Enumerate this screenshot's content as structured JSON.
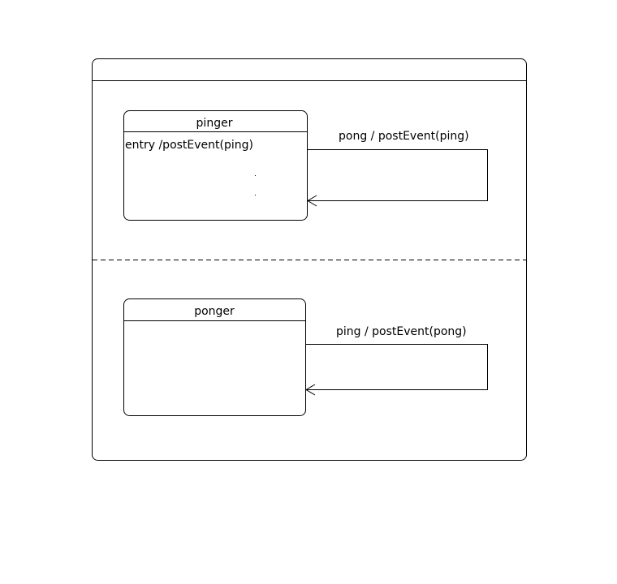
{
  "diagram": {
    "composite_state": {
      "title": "",
      "regions": [
        {
          "state": {
            "name": "pinger",
            "entry_action": "entry /postEvent(ping)"
          },
          "self_transition": {
            "label": "pong / postEvent(ping)"
          }
        },
        {
          "state": {
            "name": "ponger",
            "entry_action": ""
          },
          "self_transition": {
            "label": "ping / postEvent(pong)"
          }
        }
      ]
    },
    "colors": {
      "stroke": "#000000",
      "background": "#ffffff"
    }
  }
}
